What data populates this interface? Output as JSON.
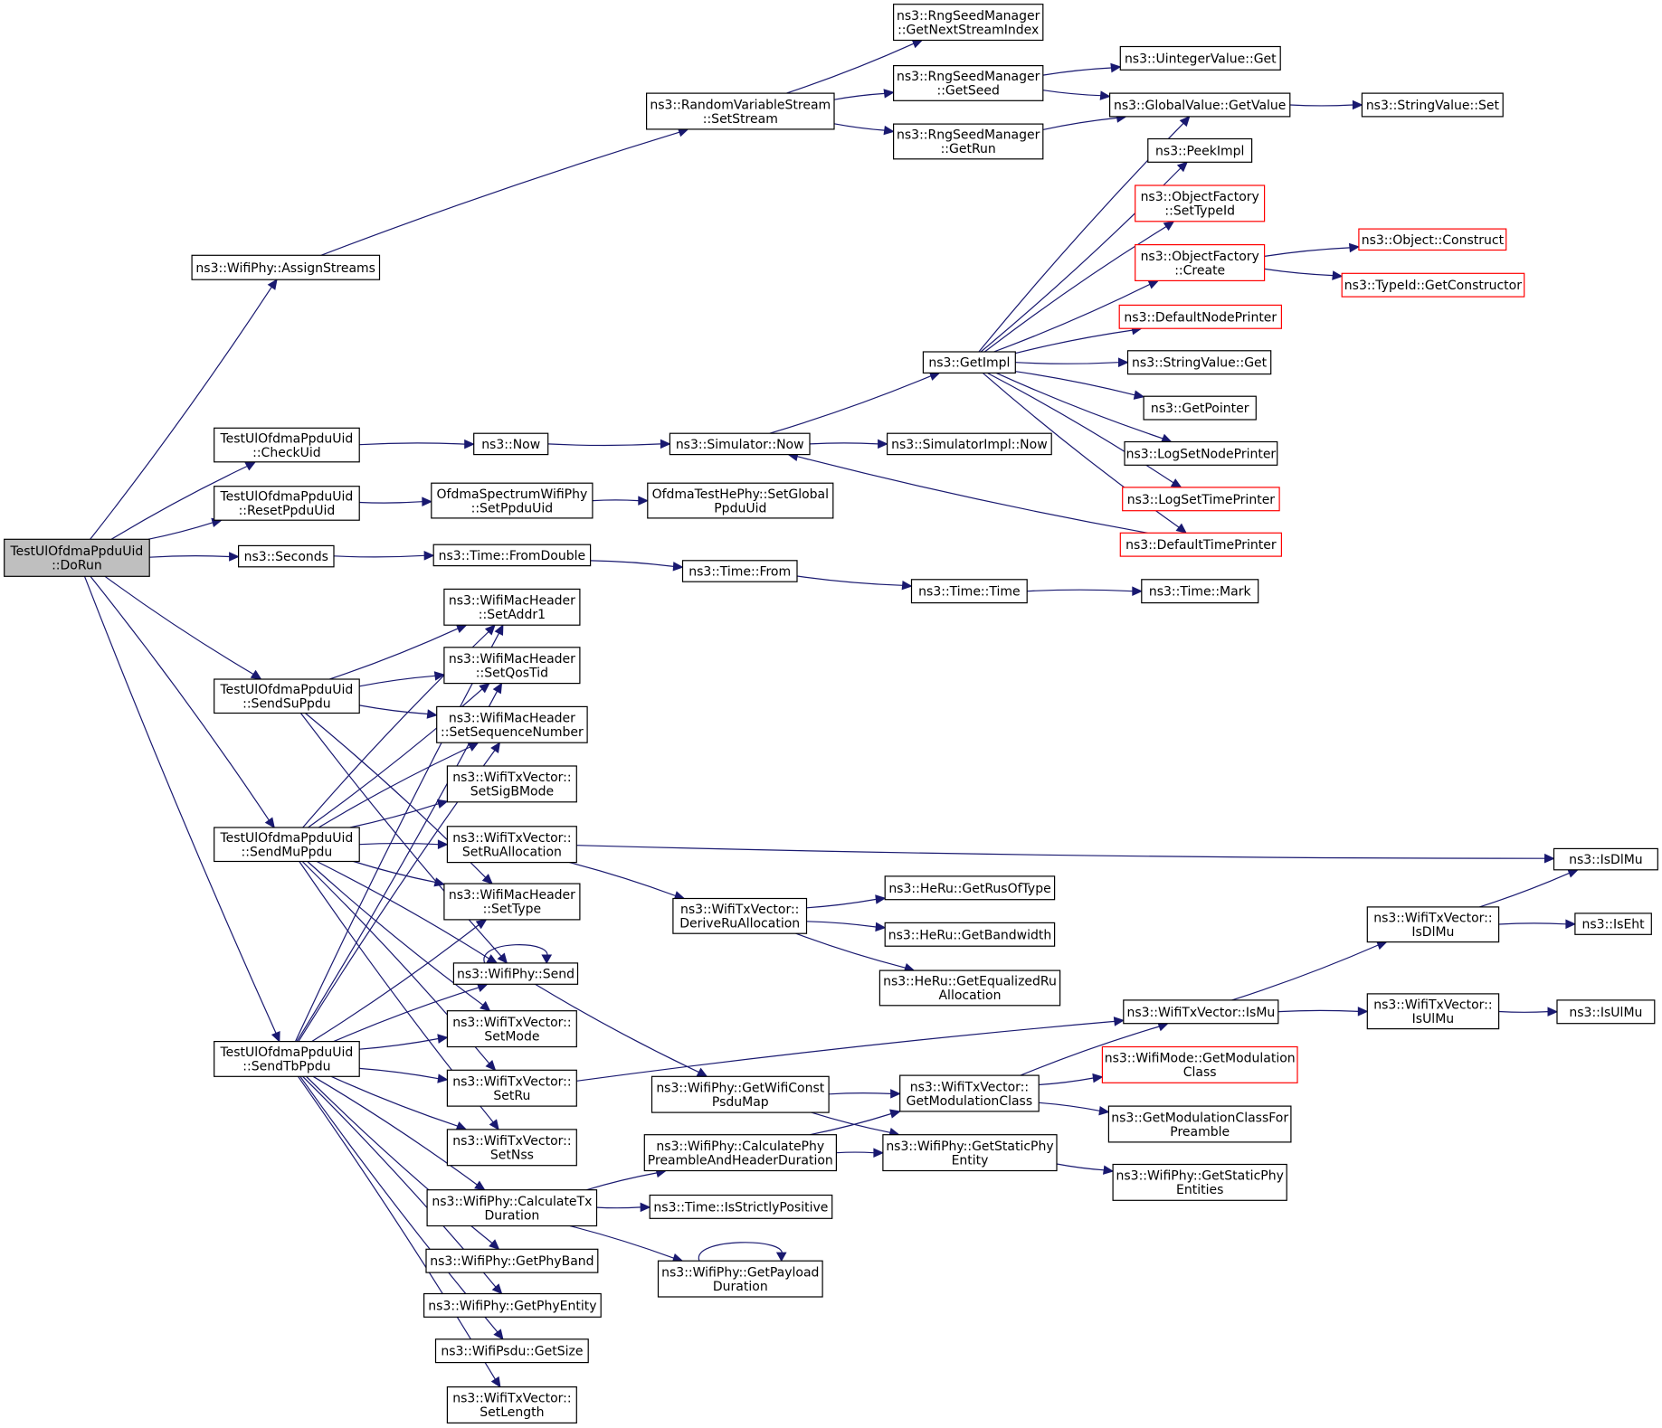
{
  "graph": {
    "title": "",
    "colors": {
      "edge": "#191970",
      "border": "#000000",
      "undocumented_border": "#ff0000",
      "current_fill": "#bfbfbf"
    },
    "nodes": {
      "n0": {
        "lines": [
          "TestUlOfdmaPpduUid",
          "::DoRun"
        ],
        "style": "current"
      },
      "n1": {
        "lines": [
          "ns3::WifiPhy::AssignStreams"
        ]
      },
      "n2": {
        "lines": [
          "TestUlOfdmaPpduUid",
          "::CheckUid"
        ]
      },
      "n3": {
        "lines": [
          "TestUlOfdmaPpduUid",
          "::ResetPpduUid"
        ]
      },
      "n4": {
        "lines": [
          "ns3::Seconds"
        ]
      },
      "n5": {
        "lines": [
          "TestUlOfdmaPpduUid",
          "::SendSuPpdu"
        ]
      },
      "n6": {
        "lines": [
          "TestUlOfdmaPpduUid",
          "::SendMuPpdu"
        ]
      },
      "n7": {
        "lines": [
          "TestUlOfdmaPpduUid",
          "::SendTbPpdu"
        ]
      },
      "n8": {
        "lines": [
          "ns3::RandomVariableStream",
          "::SetStream"
        ]
      },
      "n9": {
        "lines": [
          "ns3::RngSeedManager",
          "::GetNextStreamIndex"
        ]
      },
      "n10": {
        "lines": [
          "ns3::RngSeedManager",
          "::GetSeed"
        ]
      },
      "n11": {
        "lines": [
          "ns3::RngSeedManager",
          "::GetRun"
        ]
      },
      "n12": {
        "lines": [
          "ns3::UintegerValue::Get"
        ]
      },
      "n13": {
        "lines": [
          "ns3::GlobalValue::GetValue"
        ]
      },
      "n14": {
        "lines": [
          "ns3::StringValue::Set"
        ]
      },
      "n15": {
        "lines": [
          "ns3::Now"
        ]
      },
      "n16": {
        "lines": [
          "ns3::Simulator::Now"
        ]
      },
      "n17": {
        "lines": [
          "ns3::SimulatorImpl::Now"
        ]
      },
      "n18": {
        "lines": [
          "ns3::GetImpl"
        ]
      },
      "n19": {
        "lines": [
          "ns3::PeekImpl"
        ]
      },
      "n20": {
        "lines": [
          "ns3::ObjectFactory",
          "::SetTypeId"
        ],
        "style": "red"
      },
      "n21": {
        "lines": [
          "ns3::ObjectFactory",
          "::Create"
        ],
        "style": "red"
      },
      "n22": {
        "lines": [
          "ns3::DefaultNodePrinter"
        ],
        "style": "red"
      },
      "n23": {
        "lines": [
          "ns3::StringValue::Get"
        ]
      },
      "n24": {
        "lines": [
          "ns3::GetPointer"
        ]
      },
      "n25": {
        "lines": [
          "ns3::LogSetNodePrinter"
        ]
      },
      "n26": {
        "lines": [
          "ns3::LogSetTimePrinter"
        ],
        "style": "red"
      },
      "n27": {
        "lines": [
          "ns3::DefaultTimePrinter"
        ],
        "style": "red"
      },
      "n28": {
        "lines": [
          "ns3::Object::Construct"
        ],
        "style": "red"
      },
      "n29": {
        "lines": [
          "ns3::TypeId::GetConstructor"
        ],
        "style": "red"
      },
      "n30": {
        "lines": [
          "OfdmaSpectrumWifiPhy",
          "::SetPpduUid"
        ]
      },
      "n31": {
        "lines": [
          "OfdmaTestHePhy::SetGlobal",
          "PpduUid"
        ]
      },
      "n32": {
        "lines": [
          "ns3::Time::FromDouble"
        ]
      },
      "n33": {
        "lines": [
          "ns3::Time::From"
        ]
      },
      "n34": {
        "lines": [
          "ns3::Time::Time"
        ]
      },
      "n35": {
        "lines": [
          "ns3::Time::Mark"
        ]
      },
      "n36": {
        "lines": [
          "ns3::WifiMacHeader",
          "::SetAddr1"
        ]
      },
      "n37": {
        "lines": [
          "ns3::WifiMacHeader",
          "::SetQosTid"
        ]
      },
      "n38": {
        "lines": [
          "ns3::WifiMacHeader",
          "::SetSequenceNumber"
        ]
      },
      "n39": {
        "lines": [
          "ns3::WifiTxVector::",
          "SetSigBMode"
        ]
      },
      "n40": {
        "lines": [
          "ns3::WifiTxVector::",
          "SetRuAllocation"
        ]
      },
      "n41": {
        "lines": [
          "ns3::WifiMacHeader",
          "::SetType"
        ]
      },
      "n42": {
        "lines": [
          "ns3::WifiPhy::Send"
        ]
      },
      "n43": {
        "lines": [
          "ns3::WifiTxVector::",
          "SetMode"
        ]
      },
      "n44": {
        "lines": [
          "ns3::WifiTxVector::",
          "SetRu"
        ]
      },
      "n45": {
        "lines": [
          "ns3::WifiTxVector::",
          "SetNss"
        ]
      },
      "n46": {
        "lines": [
          "ns3::WifiPhy::CalculateTx",
          "Duration"
        ]
      },
      "n47": {
        "lines": [
          "ns3::WifiPhy::GetPhyBand"
        ]
      },
      "n48": {
        "lines": [
          "ns3::WifiPhy::GetPhyEntity"
        ]
      },
      "n49": {
        "lines": [
          "ns3::WifiPsdu::GetSize"
        ]
      },
      "n50": {
        "lines": [
          "ns3::WifiTxVector::",
          "SetLength"
        ]
      },
      "n51": {
        "lines": [
          "ns3::WifiTxVector::",
          "DeriveRuAllocation"
        ]
      },
      "n52": {
        "lines": [
          "ns3::HeRu::GetRusOfType"
        ]
      },
      "n53": {
        "lines": [
          "ns3::HeRu::GetBandwidth"
        ]
      },
      "n54": {
        "lines": [
          "ns3::HeRu::GetEqualizedRu",
          "Allocation"
        ]
      },
      "n55": {
        "lines": [
          "ns3::IsDlMu"
        ]
      },
      "n56": {
        "lines": [
          "ns3::WifiTxVector::",
          "IsDlMu"
        ]
      },
      "n57": {
        "lines": [
          "ns3::IsEht"
        ]
      },
      "n58": {
        "lines": [
          "ns3::WifiTxVector::IsMu"
        ]
      },
      "n59": {
        "lines": [
          "ns3::WifiTxVector::",
          "IsUlMu"
        ]
      },
      "n60": {
        "lines": [
          "ns3::IsUlMu"
        ]
      },
      "n61": {
        "lines": [
          "ns3::WifiPhy::GetWifiConst",
          "PsduMap"
        ]
      },
      "n62": {
        "lines": [
          "ns3::WifiTxVector::",
          "GetModulationClass"
        ]
      },
      "n63": {
        "lines": [
          "ns3::WifiMode::GetModulation",
          "Class"
        ],
        "style": "red"
      },
      "n64": {
        "lines": [
          "ns3::GetModulationClassFor",
          "Preamble"
        ]
      },
      "n65": {
        "lines": [
          "ns3::WifiPhy::CalculatePhy",
          "PreambleAndHeaderDuration"
        ]
      },
      "n66": {
        "lines": [
          "ns3::WifiPhy::GetStaticPhy",
          "Entity"
        ]
      },
      "n67": {
        "lines": [
          "ns3::WifiPhy::GetStaticPhy",
          "Entities"
        ]
      },
      "n68": {
        "lines": [
          "ns3::Time::IsStrictlyPositive"
        ]
      },
      "n69": {
        "lines": [
          "ns3::WifiPhy::GetPayload",
          "Duration"
        ]
      }
    },
    "edges": [
      [
        "n0",
        "n1"
      ],
      [
        "n0",
        "n2"
      ],
      [
        "n0",
        "n3"
      ],
      [
        "n0",
        "n4"
      ],
      [
        "n0",
        "n5"
      ],
      [
        "n0",
        "n6"
      ],
      [
        "n0",
        "n7"
      ],
      [
        "n1",
        "n8"
      ],
      [
        "n8",
        "n9"
      ],
      [
        "n8",
        "n10"
      ],
      [
        "n8",
        "n11"
      ],
      [
        "n10",
        "n12"
      ],
      [
        "n10",
        "n13"
      ],
      [
        "n11",
        "n13"
      ],
      [
        "n13",
        "n14"
      ],
      [
        "n2",
        "n15"
      ],
      [
        "n15",
        "n16"
      ],
      [
        "n16",
        "n17"
      ],
      [
        "n16",
        "n18"
      ],
      [
        "n18",
        "n13"
      ],
      [
        "n18",
        "n19"
      ],
      [
        "n18",
        "n20"
      ],
      [
        "n18",
        "n21"
      ],
      [
        "n18",
        "n22"
      ],
      [
        "n18",
        "n23"
      ],
      [
        "n18",
        "n24"
      ],
      [
        "n18",
        "n25"
      ],
      [
        "n18",
        "n26"
      ],
      [
        "n18",
        "n27"
      ],
      [
        "n21",
        "n28"
      ],
      [
        "n21",
        "n29"
      ],
      [
        "n27",
        "n16"
      ],
      [
        "n3",
        "n30"
      ],
      [
        "n30",
        "n31"
      ],
      [
        "n4",
        "n32"
      ],
      [
        "n32",
        "n33"
      ],
      [
        "n33",
        "n34"
      ],
      [
        "n34",
        "n35"
      ],
      [
        "n5",
        "n36"
      ],
      [
        "n5",
        "n37"
      ],
      [
        "n5",
        "n38"
      ],
      [
        "n5",
        "n41"
      ],
      [
        "n5",
        "n42"
      ],
      [
        "n6",
        "n36"
      ],
      [
        "n6",
        "n37"
      ],
      [
        "n6",
        "n38"
      ],
      [
        "n6",
        "n39"
      ],
      [
        "n6",
        "n40"
      ],
      [
        "n6",
        "n41"
      ],
      [
        "n6",
        "n42"
      ],
      [
        "n6",
        "n43"
      ],
      [
        "n6",
        "n44"
      ],
      [
        "n6",
        "n45"
      ],
      [
        "n7",
        "n36"
      ],
      [
        "n7",
        "n37"
      ],
      [
        "n7",
        "n38"
      ],
      [
        "n7",
        "n41"
      ],
      [
        "n7",
        "n42"
      ],
      [
        "n7",
        "n43"
      ],
      [
        "n7",
        "n44"
      ],
      [
        "n7",
        "n45"
      ],
      [
        "n7",
        "n46"
      ],
      [
        "n7",
        "n47"
      ],
      [
        "n7",
        "n48"
      ],
      [
        "n7",
        "n49"
      ],
      [
        "n7",
        "n50"
      ],
      [
        "n40",
        "n55"
      ],
      [
        "n40",
        "n51"
      ],
      [
        "n51",
        "n52"
      ],
      [
        "n51",
        "n53"
      ],
      [
        "n51",
        "n54"
      ],
      [
        "n42",
        "n42"
      ],
      [
        "n42",
        "n61"
      ],
      [
        "n44",
        "n58"
      ],
      [
        "n58",
        "n56"
      ],
      [
        "n58",
        "n59"
      ],
      [
        "n56",
        "n55"
      ],
      [
        "n56",
        "n57"
      ],
      [
        "n59",
        "n60"
      ],
      [
        "n61",
        "n62"
      ],
      [
        "n61",
        "n66"
      ],
      [
        "n62",
        "n58"
      ],
      [
        "n62",
        "n63"
      ],
      [
        "n62",
        "n64"
      ],
      [
        "n65",
        "n62"
      ],
      [
        "n65",
        "n66"
      ],
      [
        "n66",
        "n67"
      ],
      [
        "n46",
        "n65"
      ],
      [
        "n46",
        "n68"
      ],
      [
        "n46",
        "n69"
      ],
      [
        "n69",
        "n69"
      ]
    ]
  }
}
